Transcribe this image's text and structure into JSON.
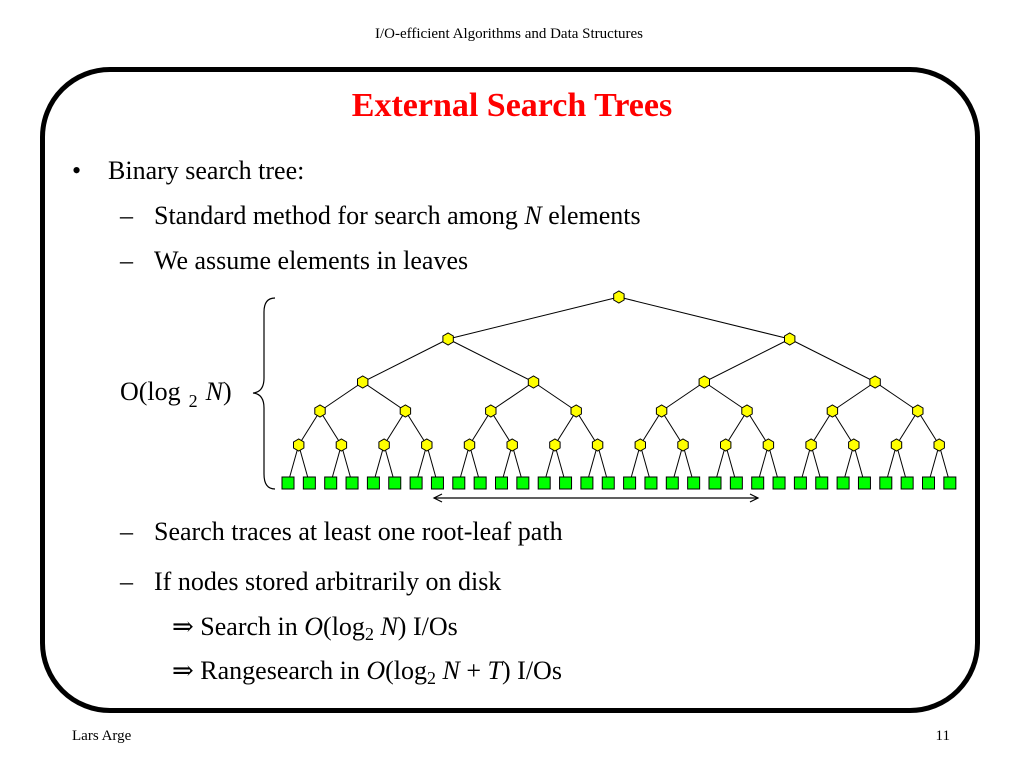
{
  "header": {
    "text": "I/O-efficient Algorithms and Data Structures"
  },
  "title": "External Search Trees",
  "bullet": {
    "symbol": "•",
    "text": "Binary search tree:"
  },
  "sub_items_top": [
    {
      "dash": "–",
      "pre": "Standard method for search among ",
      "var": "N",
      "post": " elements"
    },
    {
      "dash": "–",
      "text": "We assume elements in leaves"
    }
  ],
  "diagram": {
    "height_label": {
      "pre": "O(log",
      "sub": "2",
      "var": "N",
      "post": ")"
    },
    "tree_levels": 5,
    "leaf_count": 32,
    "node_color": "#ffff00",
    "leaf_color": "#00ff00",
    "range_arrow": true
  },
  "sub_items_bottom": [
    {
      "dash": "–",
      "text": "Search traces at least one root-leaf path"
    },
    {
      "dash": "–",
      "text": "If nodes stored arbitrarily on disk"
    }
  ],
  "implications": [
    {
      "symbol": "⇒",
      "pre": "Search in ",
      "math": {
        "fn": "O",
        "open": "(log",
        "sub": "2",
        "var": "N",
        "close": ")"
      },
      "post": " I/Os"
    },
    {
      "symbol": "⇒",
      "pre": "Rangesearch in ",
      "math": {
        "fn": "O",
        "open": "(log",
        "sub": "2",
        "var": "N",
        "plus": " + ",
        "var2": "T",
        "close": ")"
      },
      "post": " I/Os"
    }
  ],
  "footer": {
    "left": "Lars Arge",
    "right": "11"
  }
}
